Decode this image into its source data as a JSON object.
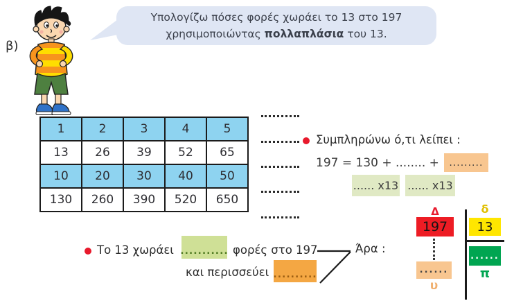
{
  "section_label": "β)",
  "speech": {
    "line1": "Υπολογίζω πόσες φορές χωράει το 13 στο 197",
    "line2_pre": "χρησιμοποιώντας ",
    "line2_bold": "πολλαπλάσια",
    "line2_post": " του 13."
  },
  "table": {
    "rows": [
      {
        "highlight": true,
        "cells": [
          "1",
          "2",
          "3",
          "4",
          "5"
        ]
      },
      {
        "highlight": false,
        "cells": [
          "13",
          "26",
          "39",
          "52",
          "65"
        ]
      },
      {
        "highlight": true,
        "cells": [
          "10",
          "20",
          "30",
          "40",
          "50"
        ]
      },
      {
        "highlight": false,
        "cells": [
          "130",
          "260",
          "390",
          "520",
          "650"
        ]
      }
    ]
  },
  "fill_section": {
    "title": "Συμπληρώνω ό,τι λείπει :",
    "equation_pre": "197 = 130 + ........ +",
    "equation_blank": ".........",
    "x13_left": "...... x13",
    "x13_right": "...... x13"
  },
  "division": {
    "dividend_label": "Δ",
    "dividend": "197",
    "divisor_label": "δ",
    "divisor": "13",
    "quotient_blank": "......",
    "quotient_label": "π",
    "remainder_blank": "......",
    "remainder_label": "υ"
  },
  "conclusion": {
    "part1_pre": "Το 13 χωράει",
    "part1_blank": "...........",
    "part1_post": "φορές στο 197",
    "part2_pre": "και περισσεύει",
    "part2_blank": "..........",
    "result_label": "Άρα :"
  },
  "colors": {
    "table_blue": "#8ed3f0",
    "bubble_blue": "#dfe6f4",
    "red": "#ed1c24",
    "yellow": "#ffe600",
    "green": "#00a551",
    "light_green_box": "#e0e9c4",
    "green_blank": "#cfe096",
    "orange_blank": "#f4a743",
    "peach_blank": "#f8c690",
    "bullet_red": "#e8192c"
  }
}
